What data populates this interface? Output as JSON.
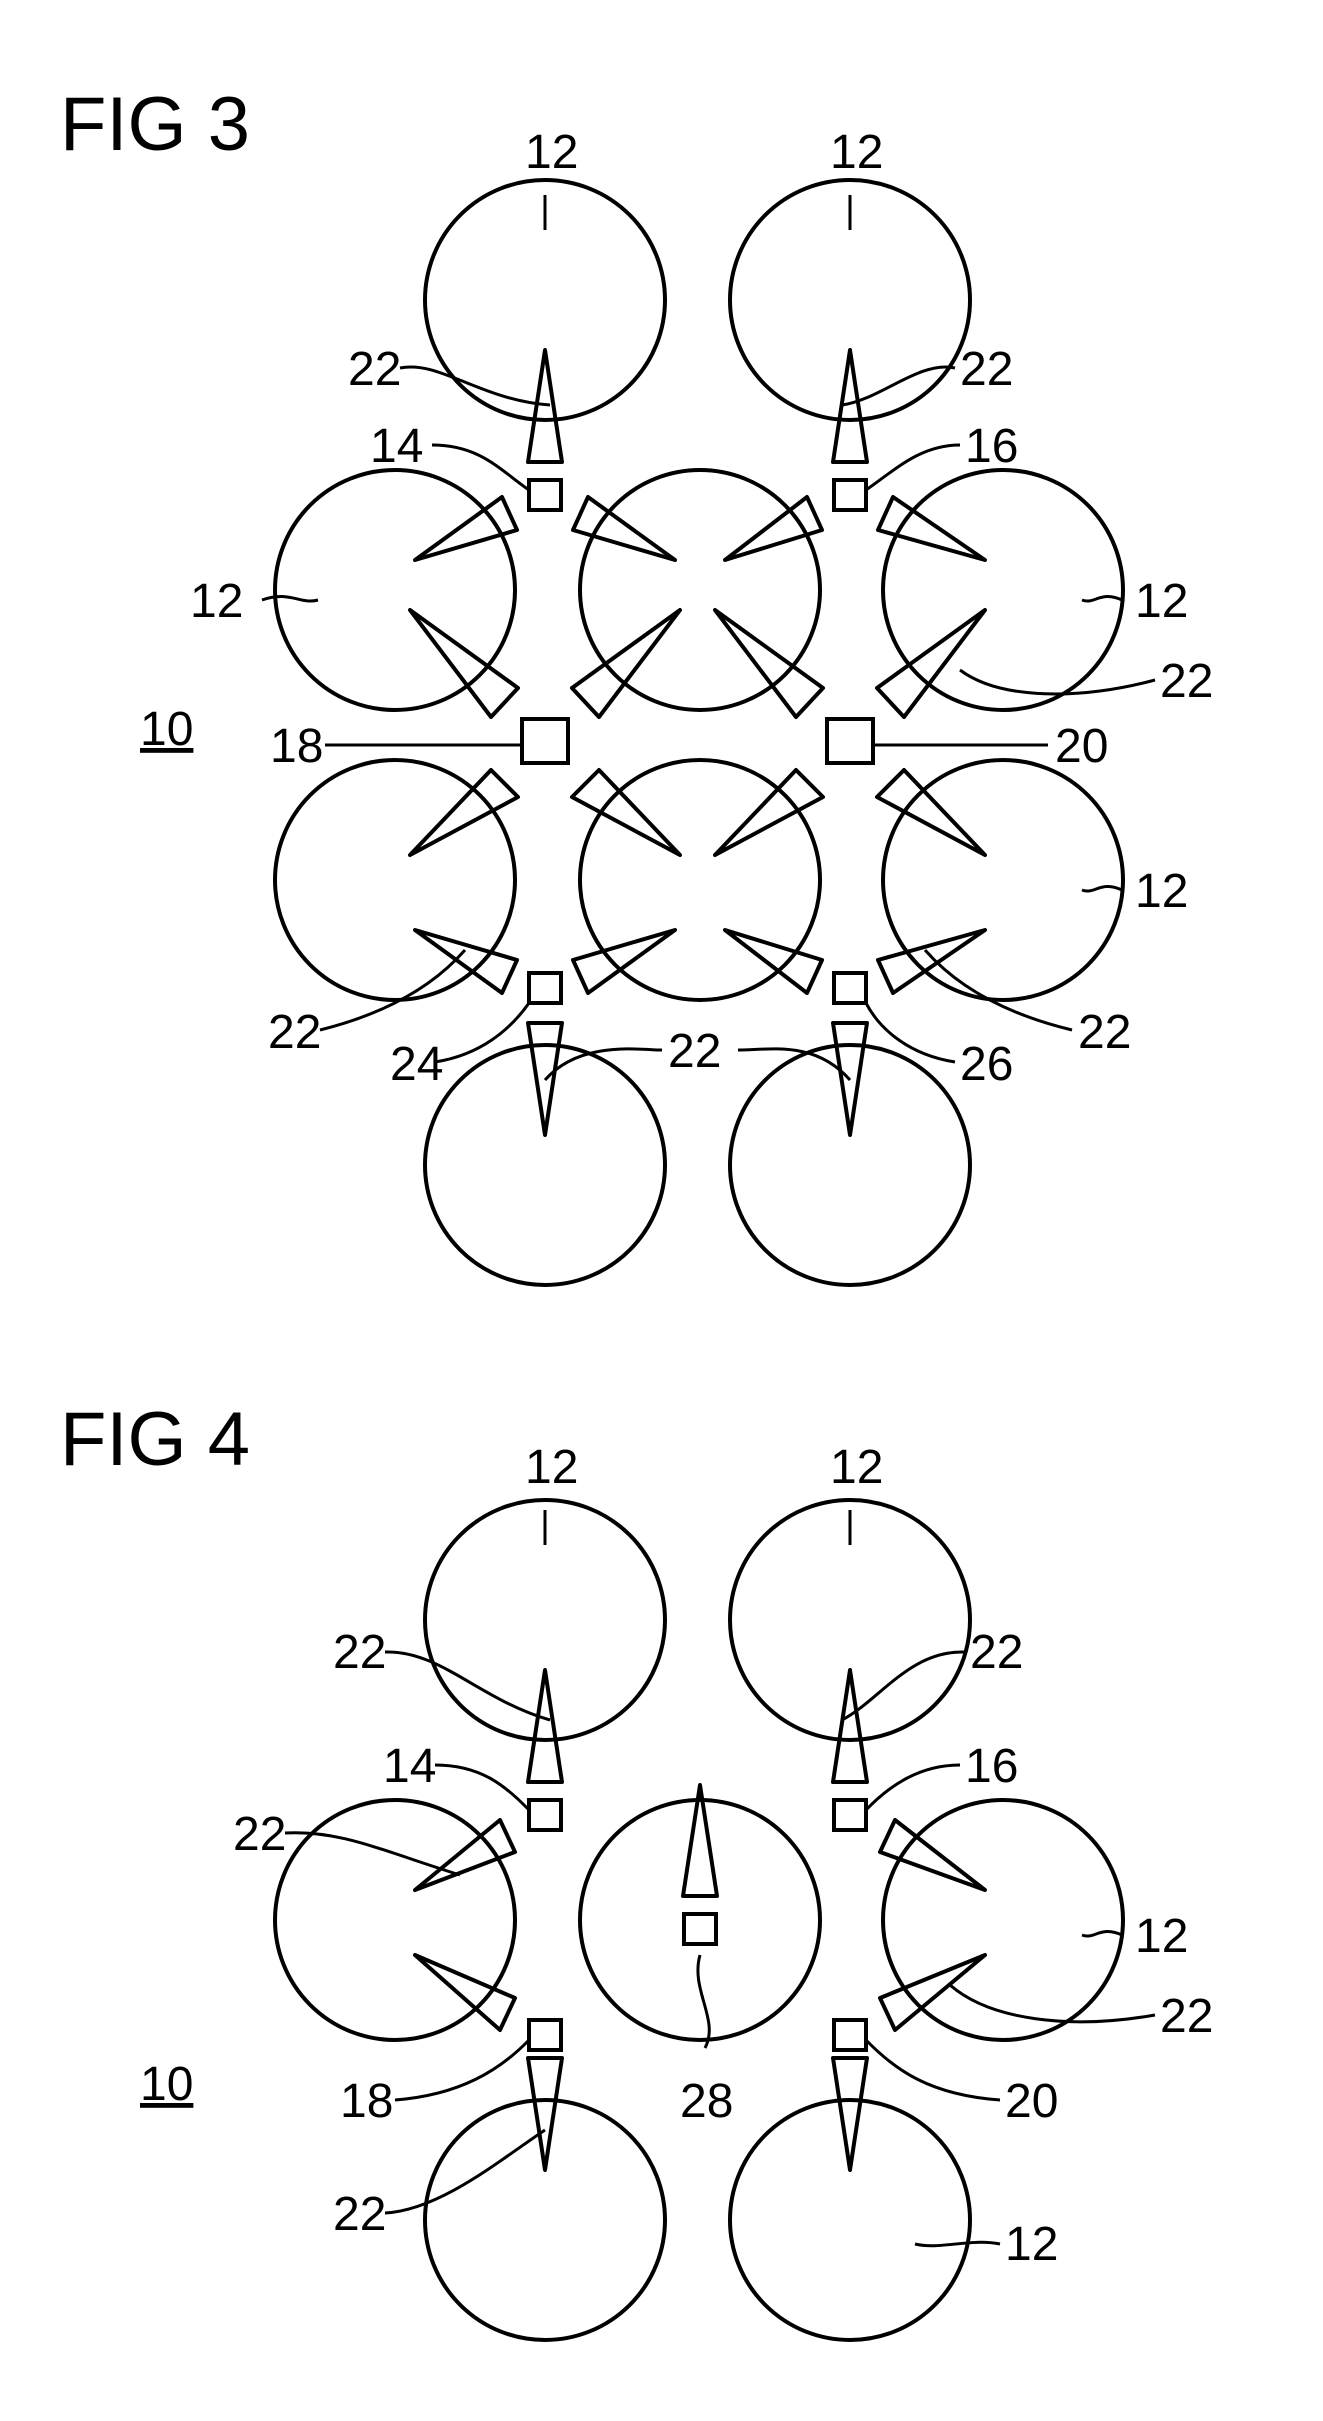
{
  "figures": [
    {
      "title": "FIG 3",
      "assembly_label": "10",
      "labels": {
        "circle": "12",
        "wedge": "22",
        "s14": "14",
        "s16": "16",
        "s18": "18",
        "s20": "20",
        "s24": "24",
        "s26": "26"
      }
    },
    {
      "title": "FIG 4",
      "assembly_label": "10",
      "labels": {
        "circle": "12",
        "wedge": "22",
        "s14": "14",
        "s16": "16",
        "s18": "18",
        "s20": "20",
        "center": "28"
      }
    }
  ]
}
